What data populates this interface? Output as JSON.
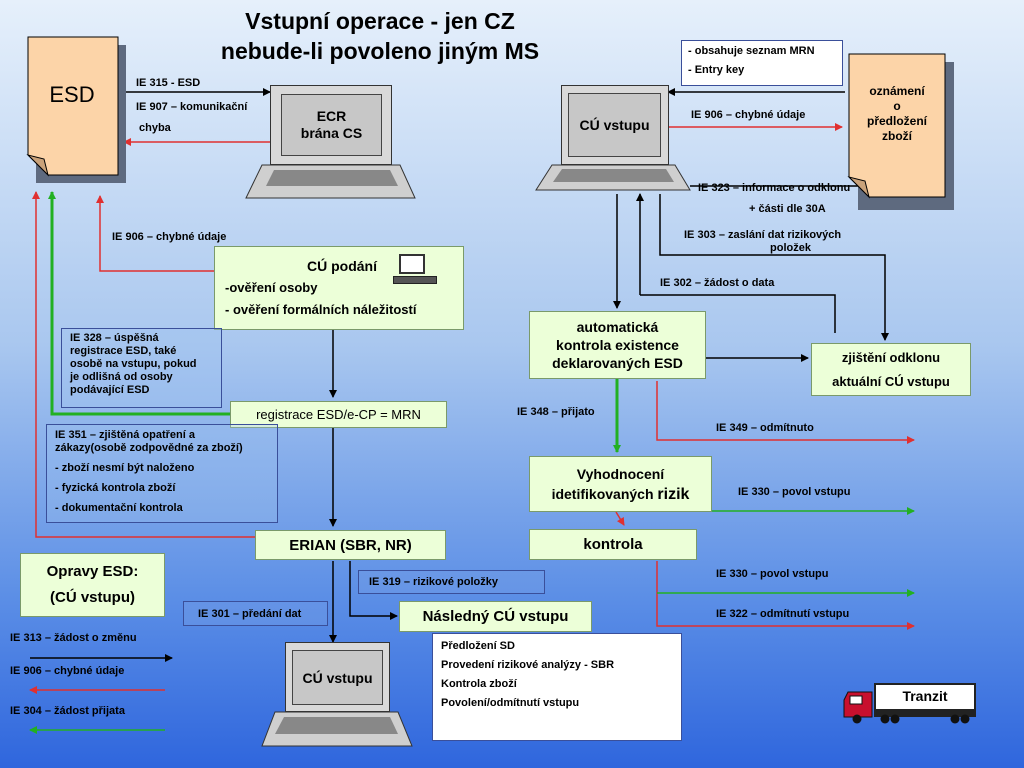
{
  "title": {
    "line1": "Vstupní operace - jen CZ",
    "line2": "nebude-li povoleno jiným MS"
  },
  "docs": {
    "esd": "ESD",
    "notice": [
      "oznámení",
      "o",
      "předložení",
      "zboží"
    ]
  },
  "laptops": {
    "ecr": [
      "ECR",
      "brána CS"
    ],
    "cu_top": "CÚ vstupu",
    "cu_bottom": "CÚ vstupu"
  },
  "top_info": [
    "-  obsahuje seznam MRN",
    "-  Entry key"
  ],
  "labels": {
    "ie315": "IE 315 - ESD",
    "ie907a": "IE 907 – komunikační",
    "ie907b": "chyba",
    "ie906_left": "IE 906 – chybné údaje",
    "ie906_right": "IE 906 – chybné údaje",
    "ie323a": "IE 323 – informace o odklonu",
    "ie323b": "+ části dle 30A",
    "ie303a": "IE 303 –  zaslání dat rizikových",
    "ie303b": "položek",
    "ie302": "IE 302 – žádost o data",
    "ie348": "IE 348 – přijato",
    "ie349": "IE 349 – odmítnuto",
    "ie330a": "IE 330 – povol vstupu",
    "ie330b": "IE 330 – povol vstupu",
    "ie322": "IE 322 – odmítnutí vstupu",
    "ie301": "IE 301 – předání dat",
    "ie319": "IE 319 – rizikové položky",
    "ie313": "IE 313 – žádost o změnu",
    "ie906_corr": "IE 906 – chybné údaje",
    "ie304": "IE 304 – žádost přijata"
  },
  "boxes": {
    "cu_podani": {
      "title": "CÚ podání",
      "l1": "-ověření osoby",
      "l2": "- ověření formálních náležitostí"
    },
    "registrace": "registrace ESD/e-CP = MRN",
    "erian": "ERIAN (SBR, NR)",
    "automaticka": [
      "automatická",
      "kontrola existence",
      "deklarovaných ESD"
    ],
    "zjisteni": [
      "zjištění odklonu",
      "aktuální CÚ vstupu"
    ],
    "vyhodnoceni": [
      "Vyhodnocení",
      "idetifikovaných"
    ],
    "vyhodnoceni_rizik": "rizik",
    "kontrola": "kontrola",
    "nasledny": "Následný CÚ vstupu",
    "opravy": [
      "Opravy ESD:",
      "(CÚ vstupu)"
    ]
  },
  "info_boxes": {
    "ie328": [
      "IE 328 – úspěšná",
      "registrace  ESD, také",
      "osobě na vstupu, pokud",
      "je odlišná od osoby",
      "podávající ESD"
    ],
    "ie351": [
      "IE 351 – zjištěná opatření a",
      "zákazy(osobě zodpovědné za zboží)",
      "- zboží nesmí být naloženo",
      "- fyzická kontrola zboží",
      "- dokumentační kontrola"
    ],
    "predlozeni": [
      "Předložení SD",
      "Provedení rizikové analýzy - SBR",
      "Kontrola zboží",
      "Povolení/odmítnutí vstupu"
    ]
  },
  "truck": {
    "label": "Tranzit"
  },
  "colors": {
    "arrow_black": "#000000",
    "arrow_red": "#e03030",
    "arrow_green": "#22b022",
    "doc_fill": "#fcd4a8",
    "box_fill": "#ecffd8"
  }
}
